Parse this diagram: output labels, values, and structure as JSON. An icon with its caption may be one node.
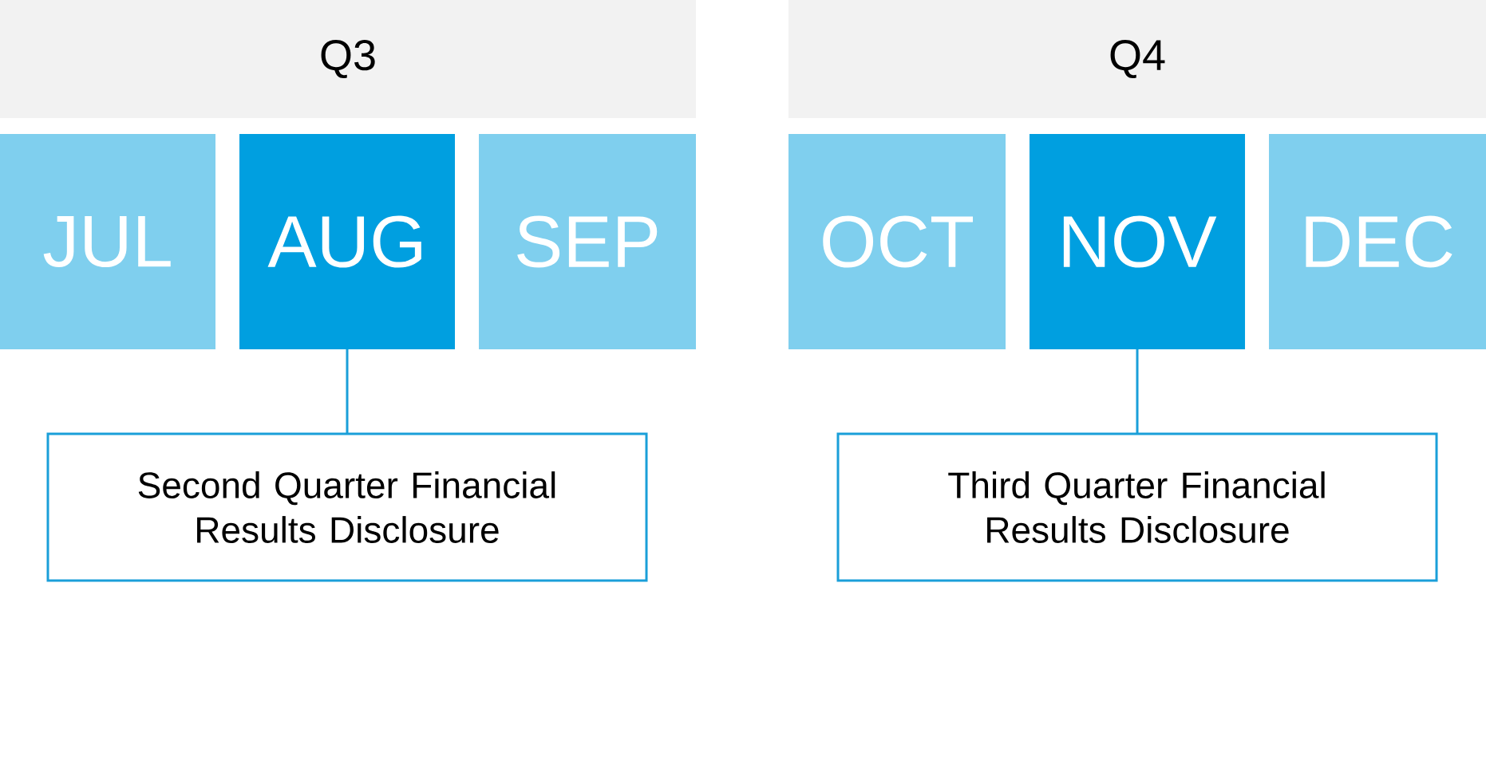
{
  "diagram": {
    "nodes": [
      {
        "text": [
          "Q3"
        ]
      },
      {
        "text": [
          "JUL"
        ]
      },
      {
        "text": [
          "AUG"
        ]
      },
      {
        "text": [
          "SEP"
        ]
      },
      {
        "text": [
          "Q4"
        ]
      },
      {
        "text": [
          "OCT"
        ]
      },
      {
        "text": [
          "NOV"
        ]
      },
      {
        "text": [
          "DEC"
        ]
      },
      {
        "text": [
          "Second Quarter Financial Results Disclosure"
        ]
      },
      {
        "text": [
          "Third Quarter Financial Results Disclosure"
        ]
      }
    ],
    "edges": [
      {
        "from": 2,
        "to": 8,
        "arrow": "none"
      },
      {
        "from": 6,
        "to": 9,
        "arrow": "none"
      }
    ]
  }
}
